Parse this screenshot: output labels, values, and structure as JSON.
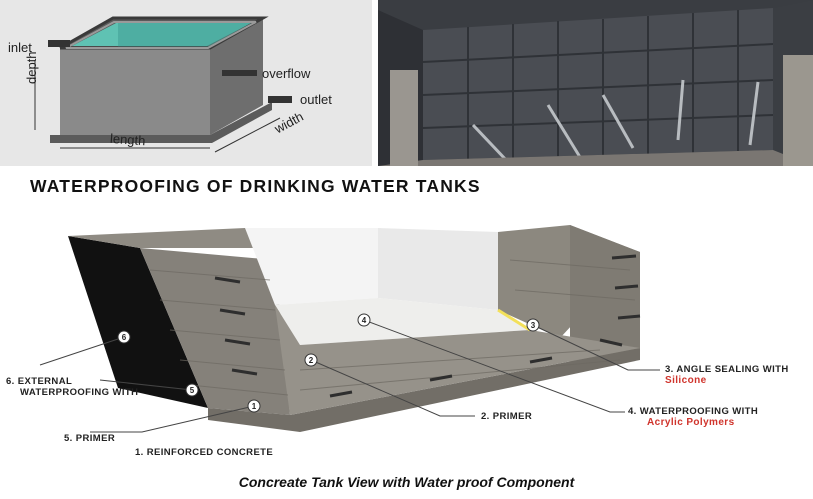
{
  "tank_diagram": {
    "labels": {
      "inlet": "inlet",
      "depth": "depth",
      "overflow": "overflow",
      "outlet": "outlet",
      "length": "length",
      "width": "width"
    },
    "colors": {
      "water": "#5fc2b3",
      "wall": "#7d7d7d"
    }
  },
  "formwork_photo": {
    "colors": {
      "panel": "#46494e",
      "brace": "#b8bcc0"
    }
  },
  "waterproofing": {
    "title": "WATERPROOFING OF DRINKING WATER TANKS",
    "callouts": [
      {
        "num": "1",
        "text": "1. REINFORCED CONCRETE",
        "highlight": ""
      },
      {
        "num": "2",
        "text": "2. PRIMER",
        "highlight": ""
      },
      {
        "num": "3",
        "text": "3. ANGLE SEALING WITH",
        "highlight": "Silicone"
      },
      {
        "num": "4",
        "text": "4. WATERPROOFING WITH",
        "highlight": "Acrylic Polymers"
      },
      {
        "num": "5",
        "text": "5. PRIMER",
        "highlight": ""
      },
      {
        "num": "6",
        "text_line1": "6. EXTERNAL",
        "text_line2": "WATERPROOFING WITH",
        "highlight": ""
      }
    ],
    "colors": {
      "highlight_text": "#d0342c",
      "concrete": "#8e8b84",
      "membrane": "#111111"
    }
  },
  "caption": "Concreate Tank View with Water proof Component"
}
